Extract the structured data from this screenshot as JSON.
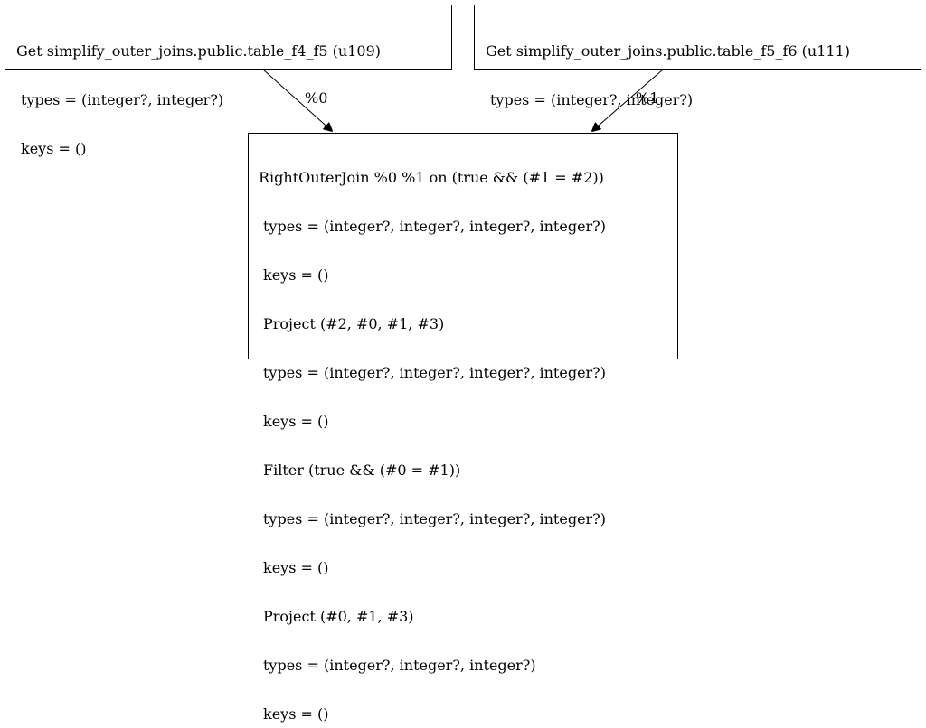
{
  "nodes": {
    "get_f4_f5": {
      "lines": [
        "Get simplify_outer_joins.public.table_f4_f5 (u109)",
        "types = (integer?, integer?)",
        "keys = ()"
      ]
    },
    "get_f5_f6": {
      "lines": [
        "Get simplify_outer_joins.public.table_f5_f6 (u111)",
        "types = (integer?, integer?)",
        "keys = ()"
      ]
    },
    "join": {
      "lines": [
        "RightOuterJoin %0 %1 on (true && (#1 = #2))",
        "types = (integer?, integer?, integer?, integer?)",
        "keys = ()",
        "Project (#2, #0, #1, #3)",
        "types = (integer?, integer?, integer?, integer?)",
        "keys = ()",
        "Filter (true && (#0 = #1))",
        "types = (integer?, integer?, integer?, integer?)",
        "keys = ()",
        "Project (#0, #1, #3)",
        "types = (integer?, integer?, integer?)",
        "keys = ()"
      ]
    }
  },
  "edges": [
    {
      "label": "%0"
    },
    {
      "label": "%1"
    }
  ]
}
